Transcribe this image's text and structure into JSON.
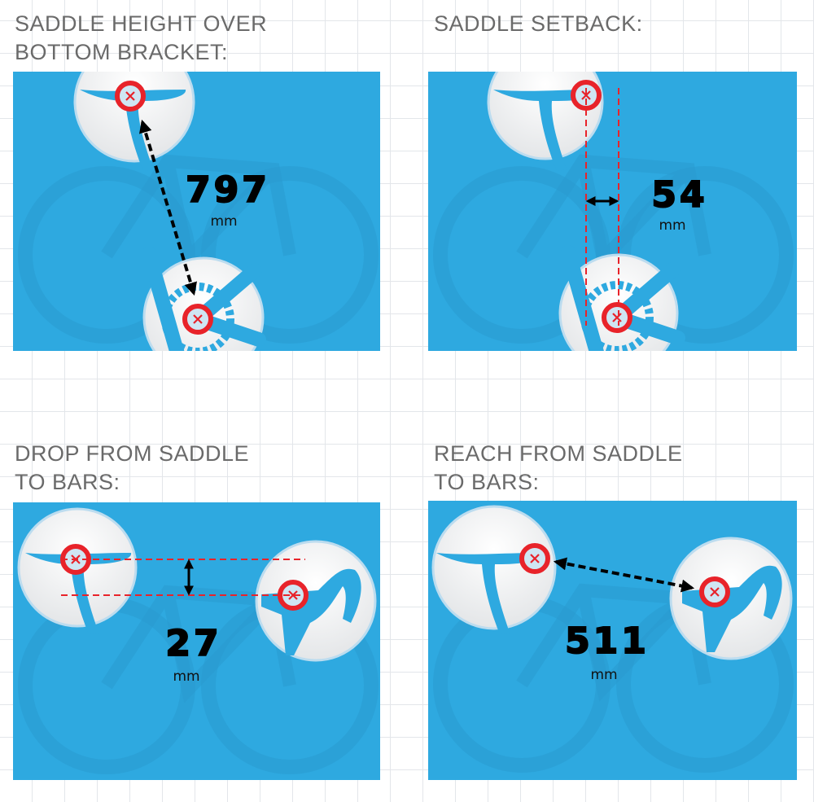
{
  "colors": {
    "panel": "#2ea9e0",
    "target": "#e8232a",
    "dashed_red": "#e8232a",
    "text": "#6a6a6a"
  },
  "panels": [
    {
      "title_lines": [
        "SADDLE HEIGHT OVER",
        "BOTTOM BRACKET:"
      ],
      "value": "797",
      "unit": "mm"
    },
    {
      "title_lines": [
        "SADDLE SETBACK:"
      ],
      "value": "54",
      "unit": "mm"
    },
    {
      "title_lines": [
        "DROP FROM SADDLE",
        "TO BARS:"
      ],
      "value": "27",
      "unit": "mm"
    },
    {
      "title_lines": [
        "REACH FROM SADDLE",
        "TO BARS:"
      ],
      "value": "511",
      "unit": "mm"
    }
  ]
}
